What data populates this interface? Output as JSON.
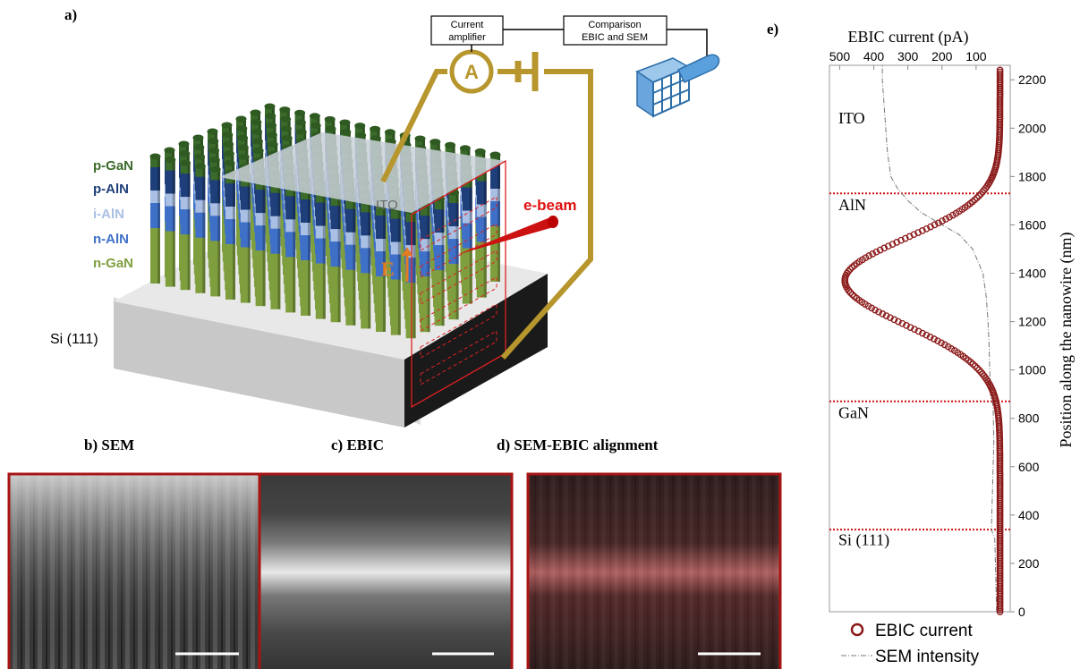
{
  "panel_labels": {
    "a": "a)",
    "b": "b) SEM",
    "c": "c) EBIC",
    "d": "d) SEM-EBIC alignment",
    "e": "e)"
  },
  "schematic": {
    "current_amplifier_line1": "Current",
    "current_amplifier_line2": "amplifier",
    "comparison_line1": "Comparison",
    "comparison_line2": "EBIC and SEM",
    "ammeter_symbol": "A",
    "ito_label": "ITO",
    "ebeam_label": "e-beam",
    "field_label": "E",
    "substrate_label": "Si (111)",
    "layers": [
      {
        "name": "p-GaN",
        "color": "#3b6b2a"
      },
      {
        "name": "p-AlN",
        "color": "#1f3f7a"
      },
      {
        "name": "i-AlN",
        "color": "#a9bfe3"
      },
      {
        "name": "n-AlN",
        "color": "#3f70c8"
      },
      {
        "name": "n-GaN",
        "color": "#7f9f3f"
      }
    ]
  },
  "colors": {
    "wire": "#b8962e",
    "ebeam": "#cc1111",
    "frame": "#a81414",
    "ebic_marker": "#8b1a1a",
    "field_arrow": "#e07b22"
  },
  "chart_data": {
    "type": "line",
    "xlabel": "EBIC current (pA)",
    "ylabel": "Position along the nanowire (nm)",
    "x_ticks": [
      500,
      400,
      300,
      200,
      100
    ],
    "y_ticks": [
      0,
      200,
      400,
      600,
      800,
      1000,
      1200,
      1400,
      1600,
      1800,
      2000,
      2200
    ],
    "xlim": [
      530,
      0
    ],
    "ylim": [
      0,
      2260
    ],
    "x_reversed": true,
    "region_boundaries": [
      340,
      870,
      1730
    ],
    "region_labels": [
      {
        "text": "ITO",
        "y": 2020
      },
      {
        "text": "AlN",
        "y": 1660
      },
      {
        "text": "GaN",
        "y": 800
      },
      {
        "text": "Si (111)",
        "y": 275
      }
    ],
    "series": [
      {
        "name": "EBIC current",
        "marker": "circle",
        "peak_y": 1370,
        "peak_value": 485,
        "baseline": 30,
        "width_below": 185,
        "width_above": 175,
        "tail": 0.012
      },
      {
        "name": "SEM intensity",
        "style": "dash-dot",
        "points": [
          [
            0,
            40
          ],
          [
            300,
            45
          ],
          [
            340,
            55
          ],
          [
            500,
            52
          ],
          [
            700,
            48
          ],
          [
            850,
            50
          ],
          [
            900,
            58
          ],
          [
            1000,
            60
          ],
          [
            1100,
            62
          ],
          [
            1200,
            65
          ],
          [
            1300,
            70
          ],
          [
            1400,
            80
          ],
          [
            1500,
            110
          ],
          [
            1560,
            150
          ],
          [
            1600,
            200
          ],
          [
            1650,
            260
          ],
          [
            1700,
            300
          ],
          [
            1750,
            330
          ],
          [
            1800,
            350
          ],
          [
            1900,
            360
          ],
          [
            2000,
            365
          ],
          [
            2100,
            370
          ],
          [
            2200,
            375
          ],
          [
            2260,
            375
          ]
        ]
      }
    ],
    "legend_position": "bottom"
  }
}
